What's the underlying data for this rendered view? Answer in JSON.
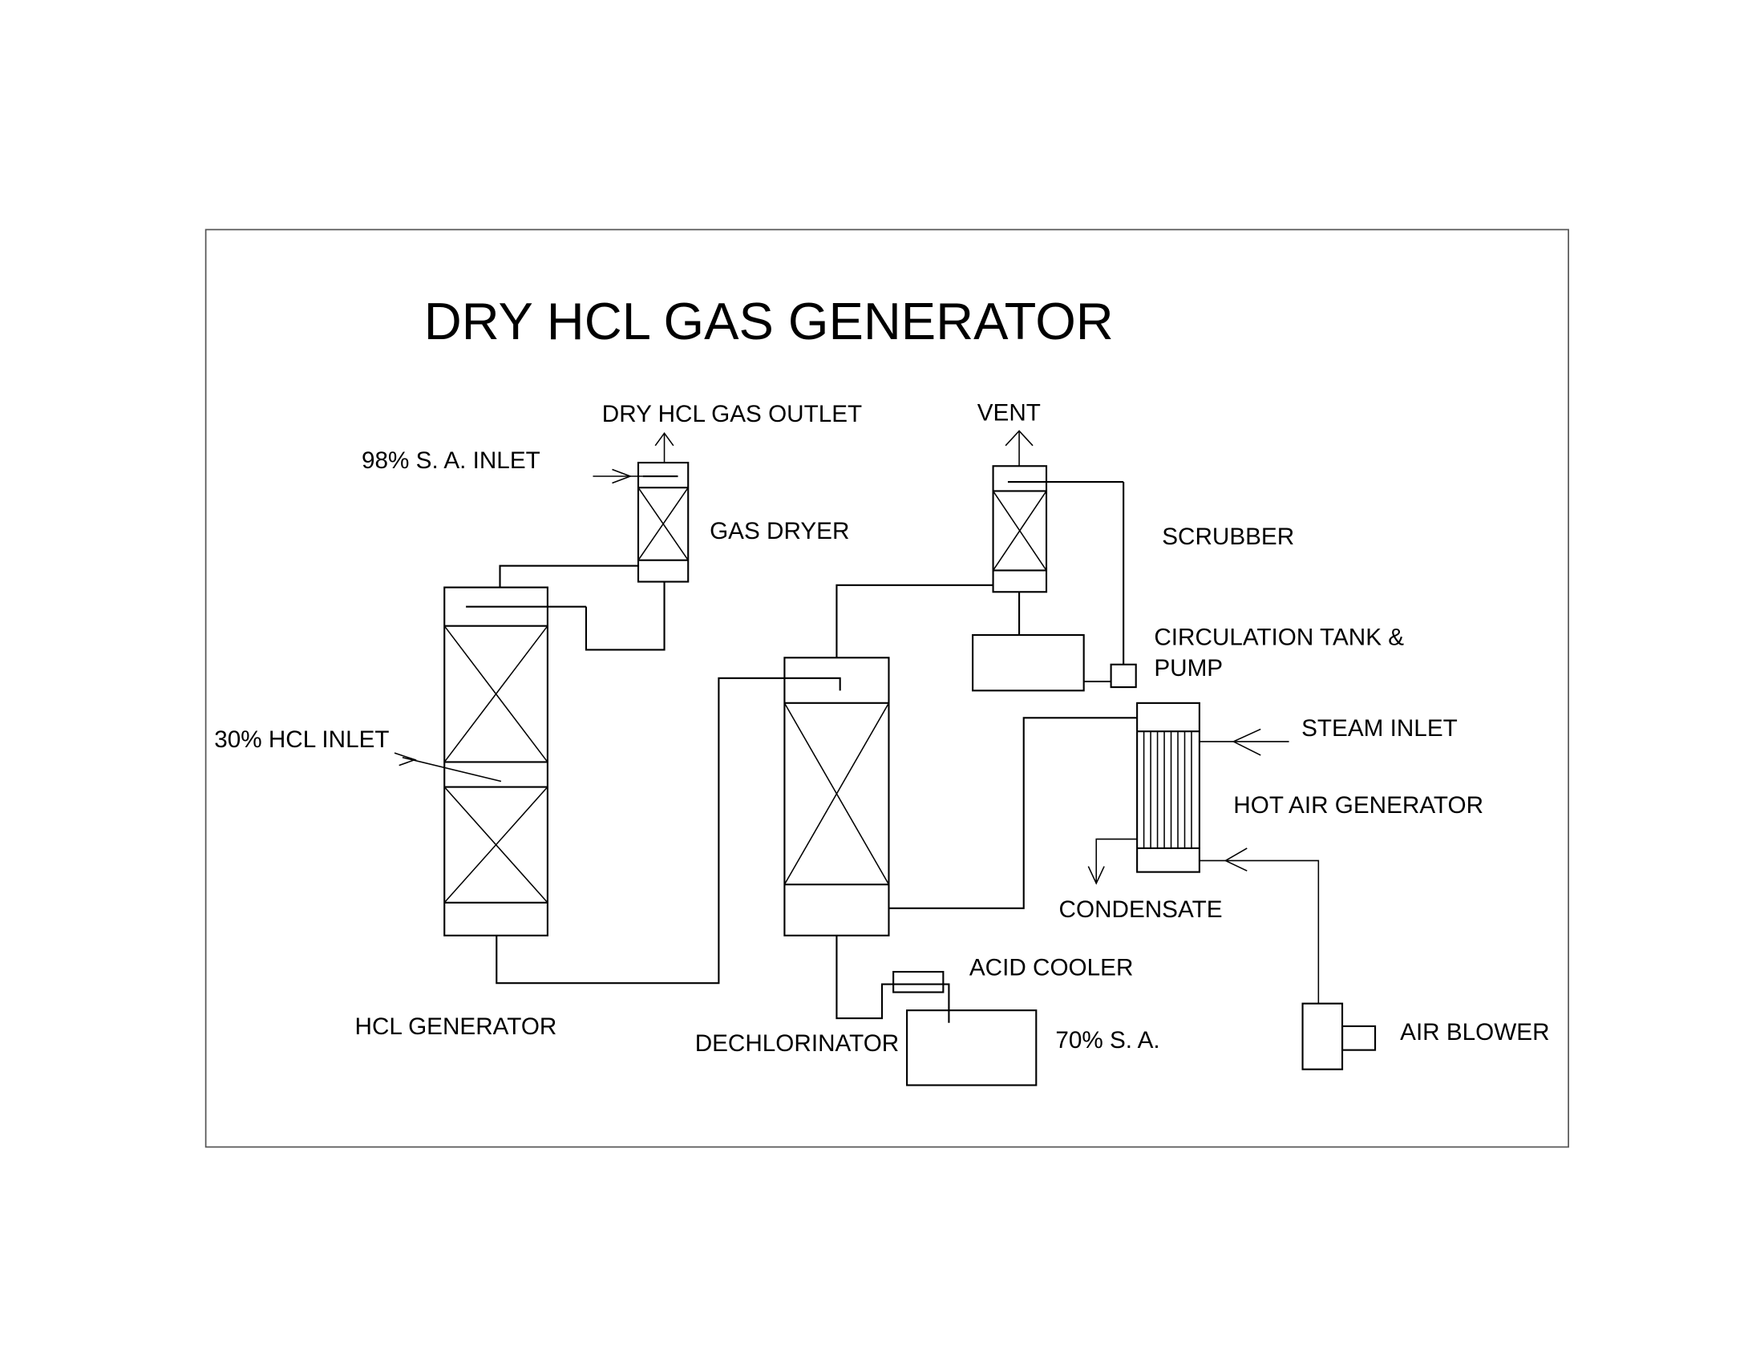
{
  "diagram": {
    "title": "DRY HCL GAS GENERATOR",
    "colors": {
      "line": "#000000",
      "background": "#ffffff",
      "frame": "#555555"
    },
    "equipment": [
      {
        "id": "hcl-generator",
        "label": "HCL GENERATOR",
        "type": "packed-column",
        "packed_sections": 2
      },
      {
        "id": "gas-dryer",
        "label": "GAS DRYER",
        "type": "packed-column",
        "packed_sections": 1
      },
      {
        "id": "dechlorinator",
        "label": "DECHLORINATOR",
        "type": "packed-column",
        "packed_sections": 1
      },
      {
        "id": "scrubber",
        "label": "SCRUBBER",
        "type": "packed-column",
        "packed_sections": 1
      },
      {
        "id": "circulation-tank-pump",
        "label_line1": "CIRCULATION TANK &",
        "label_line2": "PUMP",
        "type": "tank-with-pump"
      },
      {
        "id": "hot-air-generator",
        "label": "HOT AIR GENERATOR",
        "type": "shell-and-tube-exchanger"
      },
      {
        "id": "acid-cooler",
        "label": "ACID COOLER",
        "type": "cooler"
      },
      {
        "id": "sa-70-tank",
        "label": "70% S. A.",
        "type": "tank"
      },
      {
        "id": "air-blower",
        "label": "AIR BLOWER",
        "type": "blower"
      }
    ],
    "streams": {
      "dry_hcl_gas_outlet": "DRY HCL GAS OUTLET",
      "sa_98_inlet": "98% S. A. INLET",
      "hcl_30_inlet": "30% HCL INLET",
      "vent": "VENT",
      "steam_inlet": "STEAM INLET",
      "condensate": "CONDENSATE"
    }
  }
}
